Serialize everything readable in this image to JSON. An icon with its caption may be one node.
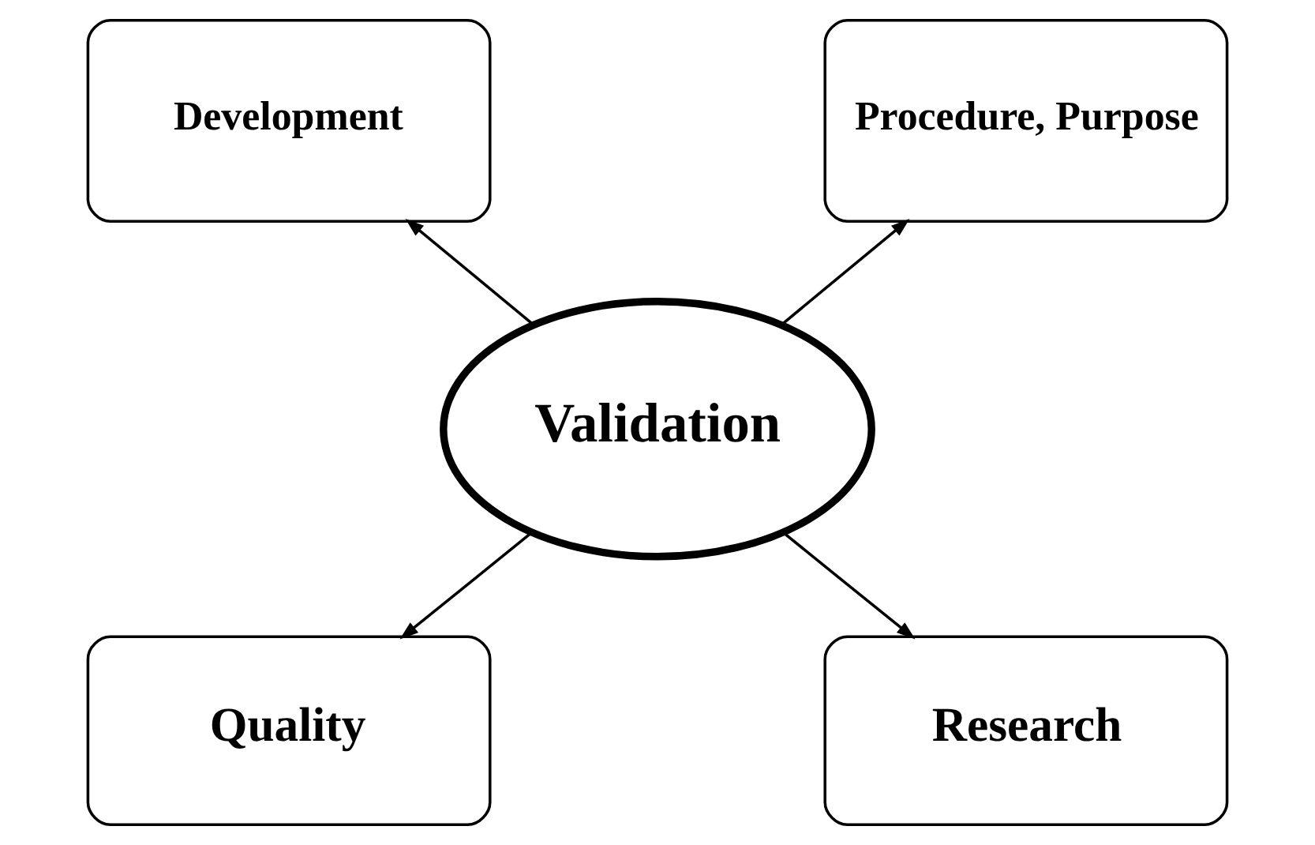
{
  "diagram": {
    "nodes": [
      {
        "text": [
          "Development"
        ]
      },
      {
        "text": [
          "Procedure, Purpose"
        ]
      },
      {
        "text": [
          "Validation"
        ]
      },
      {
        "text": [
          "Quality"
        ]
      },
      {
        "text": [
          "Research"
        ]
      }
    ],
    "edges": [
      {
        "from": 2,
        "to": 0,
        "arrow": "to"
      },
      {
        "from": 2,
        "to": 1,
        "arrow": "to"
      },
      {
        "from": 2,
        "to": 3,
        "arrow": "to"
      },
      {
        "from": 2,
        "to": 4,
        "arrow": "to"
      }
    ]
  }
}
